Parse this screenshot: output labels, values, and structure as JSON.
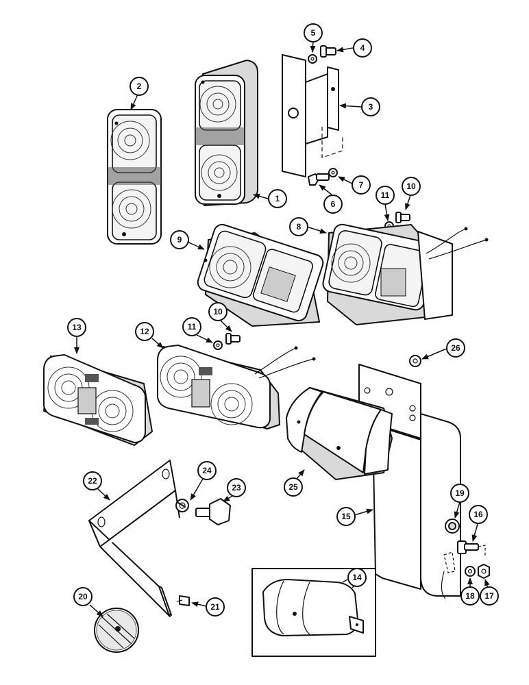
{
  "callouts": {
    "c1": "1",
    "c2": "2",
    "c3": "3",
    "c4": "4",
    "c5": "5",
    "c6": "6",
    "c7": "7",
    "c8": "8",
    "c9": "9",
    "c10a": "10",
    "c10b": "10",
    "c11a": "11",
    "c11b": "11",
    "c12": "12",
    "c13": "13",
    "c14": "14",
    "c15": "15",
    "c16": "16",
    "c17": "17",
    "c18": "18",
    "c19": "19",
    "c20": "20",
    "c21": "21",
    "c22": "22",
    "c23": "23",
    "c24": "24",
    "c25": "25",
    "c26": "26"
  }
}
